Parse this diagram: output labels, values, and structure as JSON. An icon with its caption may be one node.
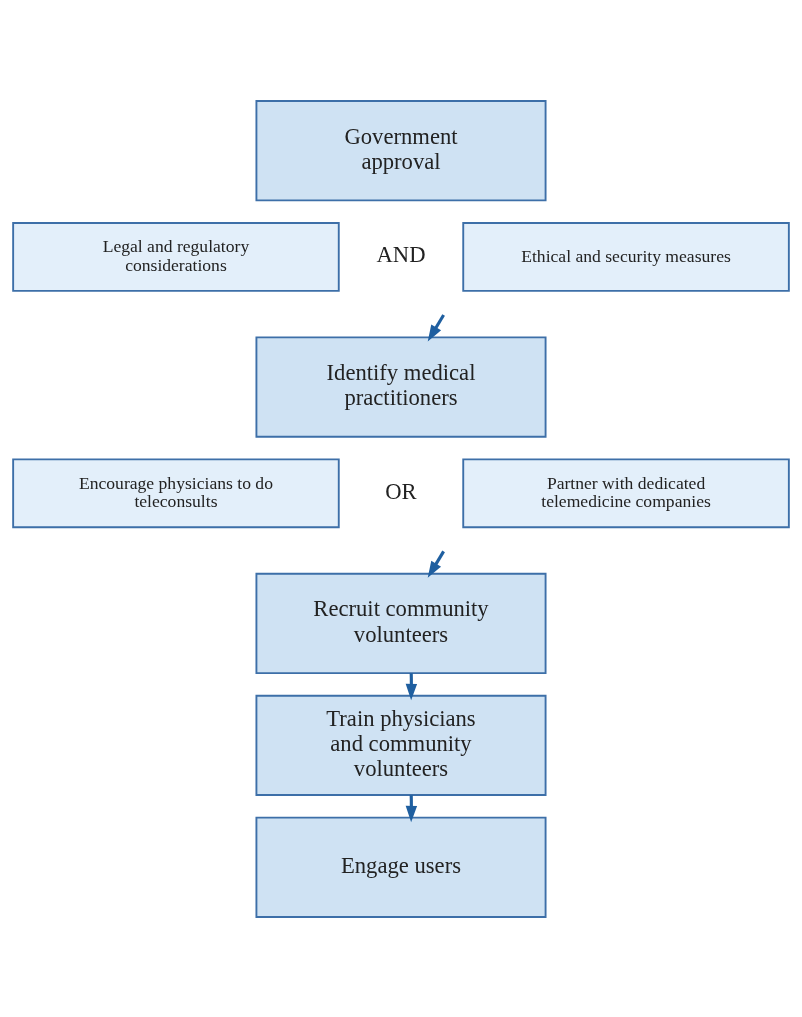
{
  "diagram": {
    "nodes": [
      {
        "text": [
          "Government approval"
        ]
      },
      {
        "text": [
          "Legal and regulatory considerations"
        ]
      },
      {
        "text": [
          "Ethical and security measures"
        ]
      },
      {
        "text": [
          "Identify medical practitioners"
        ]
      },
      {
        "text": [
          "Encourage physicians to do teleconsults"
        ]
      },
      {
        "text": [
          "Partner with dedicated telemedicine companies"
        ]
      },
      {
        "text": [
          "Recruit community volunteers"
        ]
      },
      {
        "text": [
          "Train physicians and community volunteers"
        ]
      },
      {
        "text": [
          "Engage users"
        ]
      }
    ],
    "edges": [
      {
        "from": null,
        "to": 3,
        "arrow": "to"
      },
      {
        "from": null,
        "to": 6,
        "arrow": "to"
      },
      {
        "from": 6,
        "to": 7,
        "arrow": "to"
      },
      {
        "from": 7,
        "to": 8,
        "arrow": "to"
      }
    ],
    "labels": [
      "AND",
      "OR"
    ]
  }
}
